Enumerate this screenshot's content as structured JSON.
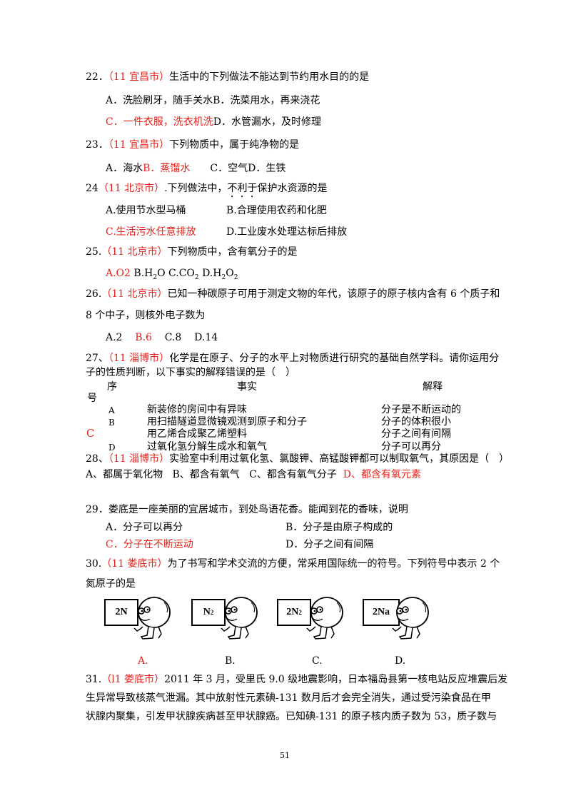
{
  "q22": {
    "num": "22．",
    "src": "（11 宜昌市）",
    "stem": "生活中的下列做法不能达到节约用水目的的是",
    "optA": "A．洗脸刷牙，随手关水",
    "optB": "B．洗菜用水，再来浇花",
    "optC": "C．一件衣服，洗衣机洗",
    "optD": "D．水管漏水，及时修理"
  },
  "q23": {
    "num": "23．",
    "src": "（11 宜昌市）",
    "stem": "下列物质中，属于纯净物的是",
    "optA": "A．海水",
    "optB": "B．蒸馏水",
    "optC": "C．空气",
    "optD": "D．生铁"
  },
  "q24": {
    "num": "24",
    "src": "（11 北京市）",
    "stem_pre": ".下列做法中，",
    "stem_dot": "不利于",
    "stem_post": "保护水资源的是",
    "optA": "A.使用节水型马桶",
    "optB": "B.合理使用农药和化肥",
    "optC": "C.生活污水任意排放",
    "optD": "D.工业废水处理达标后排放"
  },
  "q25": {
    "num": "25.",
    "src": "（11 北京市）",
    "stem": "下列物质中，含有氧分子的是",
    "optA": "A.O2",
    "optB": "B.H",
    "optB_sub": "2",
    "optB_post": "O",
    "optC": "C.CO",
    "optC_sub": "2",
    "optD": "D.H",
    "optD_sub1": "2",
    "optD_mid": "O",
    "optD_sub2": "2"
  },
  "q26": {
    "num": "26.",
    "src": "（11 北京市）",
    "stem1": "已知一种碳原子可用于测定文物的年代，该原子的原子核内含有 6 个质子和",
    "stem2": "8 个中子，则核外电子数为",
    "optA": "A.2",
    "optB": "B.6",
    "optC": "C.8",
    "optD": "D.14"
  },
  "q27": {
    "num": "27、",
    "src": "（11 淄博市）",
    "stem1": "化学是在原子、分子的水平上对物质进行研究的基础自然学科。请你运用分",
    "stem2": "子的性质判断，以下事实的解释错误的是（　）",
    "head_seq_top": "序",
    "head_seq_bottom": "号",
    "head_fact": "事实",
    "head_expl": "解释",
    "rows": [
      {
        "seq": "A",
        "fact": "新装修的房间中有异味",
        "expl": "分子是不断运动的"
      },
      {
        "seq": "B",
        "fact": "用扫描隧道显微镜观测到原子和分子",
        "expl": "分子的体积很小"
      },
      {
        "seq": "C",
        "fact": "用乙烯合成聚乙烯塑料",
        "expl": "分子之间有间隔"
      },
      {
        "seq": "D",
        "fact": "过氧化氢分解生成水和氧气",
        "expl": "分子可以再分"
      }
    ],
    "answer": "C"
  },
  "q28": {
    "num": "28、",
    "src": "（11 淄博市）",
    "stem": "实验室中利用过氧化氢、氯酸钾、高锰酸钾都可以制取氧气，其原因是（　）",
    "optA": "A、都属于氧化物",
    "optB": "B、都含有氧气",
    "optC": "C、都含有氧气分子",
    "optD": "D、都含有氧元素"
  },
  "q29": {
    "stem": "29．娄底是一座美丽的宜居城市，到处鸟语花香。能闻到花的香味，说明",
    "optA": "A．分子可以再分",
    "optB": "B．分子是由原子构成的",
    "optC": "C．分子在不断运动",
    "optD": "D．分子之间有间隔"
  },
  "q30": {
    "num": "30.",
    "src": "（11 娄底市）",
    "stem1": "为了书写和学术交流的方便，常采用国际统一的符号。下列符号中表示 2 个",
    "stem2": "氮原子的是",
    "boxes": [
      {
        "main": "2N",
        "sub": ""
      },
      {
        "main": "N",
        "sub": "2"
      },
      {
        "main": "2N",
        "sub": "2"
      },
      {
        "main": "2Na",
        "sub": ""
      }
    ],
    "labels": [
      "A.",
      "B.",
      "C.",
      "D."
    ]
  },
  "q31": {
    "num": "31.",
    "src": "（l1 娄底市）",
    "line1": "2011 年 3 月，受里氏 9.0 级地震影响，日本福岛县第一核电站反应堆震后发",
    "line2": "生异常导致核蒸气泄漏。其中放射性元素碘-131 数月后才会完全消失，通过受污染食品在甲",
    "line3": "状腺内聚集，引发甲状腺疾病甚至甲状腺癌。已知碘-131 的原子核内质子数为 53，质子数与"
  },
  "page_number": "51",
  "colors": {
    "answer": "#e8201a",
    "text": "#000000"
  }
}
